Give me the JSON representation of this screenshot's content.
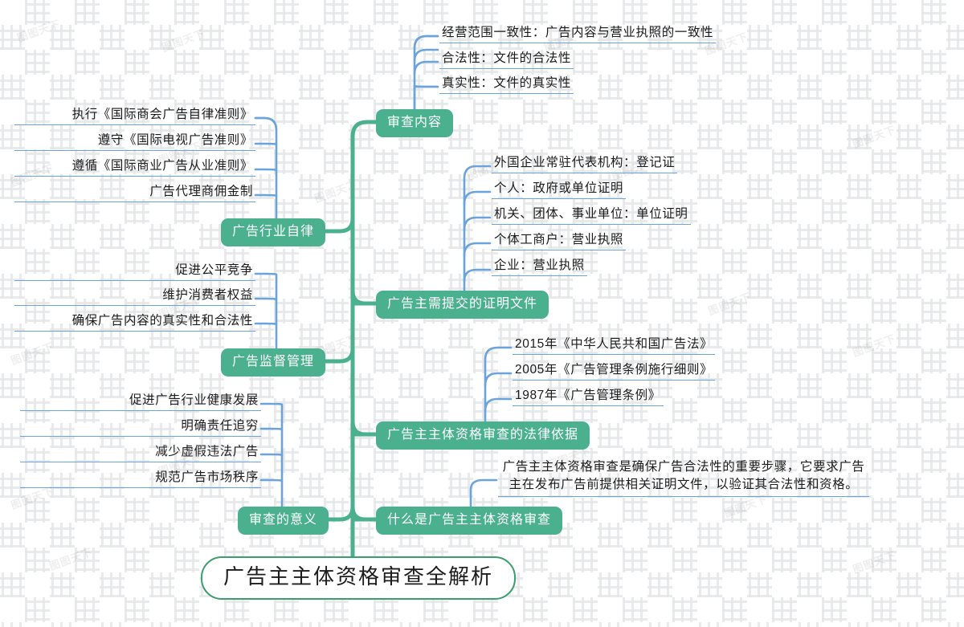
{
  "title": "广告主主体资格审查全解析",
  "colors": {
    "node_green": "#4bb08d",
    "root_border": "#3c9d6e",
    "trunk_green": "#4bb08d",
    "leaf_connector_blue": "#6ba4dd",
    "text_dark": "#1b1b1b",
    "node_text": "#ffffff",
    "background": "#fdfdfd"
  },
  "watermark": "图图天下",
  "root": {
    "label": "广告主主体资格审查全解析"
  },
  "branches": [
    {
      "id": "shencha-neirong",
      "label": "审查内容",
      "side": "right",
      "leaves": [
        "经营范围一致性：广告内容与营业执照的一致性",
        "合法性：文件的合法性",
        "真实性：文件的真实性"
      ]
    },
    {
      "id": "zhengming-wenjian",
      "label": "广告主需提交的证明文件",
      "side": "right",
      "leaves": [
        "外国企业常驻代表机构：登记证",
        "个人：政府或单位证明",
        "机关、团体、事业单位：单位证明",
        "个体工商户：营业执照",
        "企业：营业执照"
      ]
    },
    {
      "id": "falv-yiju",
      "label": "广告主主体资格审查的法律依据",
      "side": "right",
      "leaves": [
        "2015年《中华人民共和国广告法》",
        "2005年《广告管理条例施行细则》",
        "1987年《广告管理条例》"
      ]
    },
    {
      "id": "shenme-shi",
      "label": "什么是广告主主体资格审查",
      "side": "right",
      "leaves": [
        "广告主主体资格审查是确保广告合法性的重要步骤，它要求广告主在发布广告前提供相关证明文件，以验证其合法性和资格。"
      ]
    },
    {
      "id": "hangye-zilv",
      "label": "广告行业自律",
      "side": "left",
      "leaves": [
        "执行《国际商会广告自律准则》",
        "遵守《国际电视广告准则》",
        "遵循《国际商业广告从业准则》",
        "广告代理商佣金制"
      ]
    },
    {
      "id": "jiandu-guanli",
      "label": "广告监督管理",
      "side": "left",
      "leaves": [
        "促进公平竞争",
        "维护消费者权益",
        "确保广告内容的真实性和合法性"
      ]
    },
    {
      "id": "shencha-yiyi",
      "label": "审查的意义",
      "side": "left",
      "leaves": [
        "促进广告行业健康发展",
        "明确责任追穷",
        "减少虚假违法广告",
        "规范广告市场秩序"
      ]
    }
  ]
}
